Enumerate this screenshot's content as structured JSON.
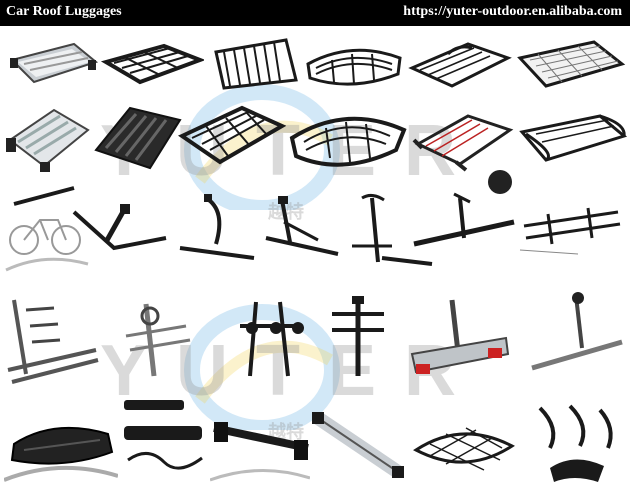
{
  "header": {
    "title": "Car Roof Luggages",
    "website": "https://yuter-outdoor.en.alibaba.com"
  },
  "watermark": {
    "brand": "YUTER",
    "chinese": "越特"
  },
  "colors": {
    "header_bg": "#000000",
    "header_text": "#ffffff",
    "product_metal": "#1a1a1a",
    "product_aluminum": "#c9ced3",
    "watermark_gray": "#969696",
    "watermark_blue": "#4aa3df",
    "watermark_yellow": "#f2d35a"
  }
}
